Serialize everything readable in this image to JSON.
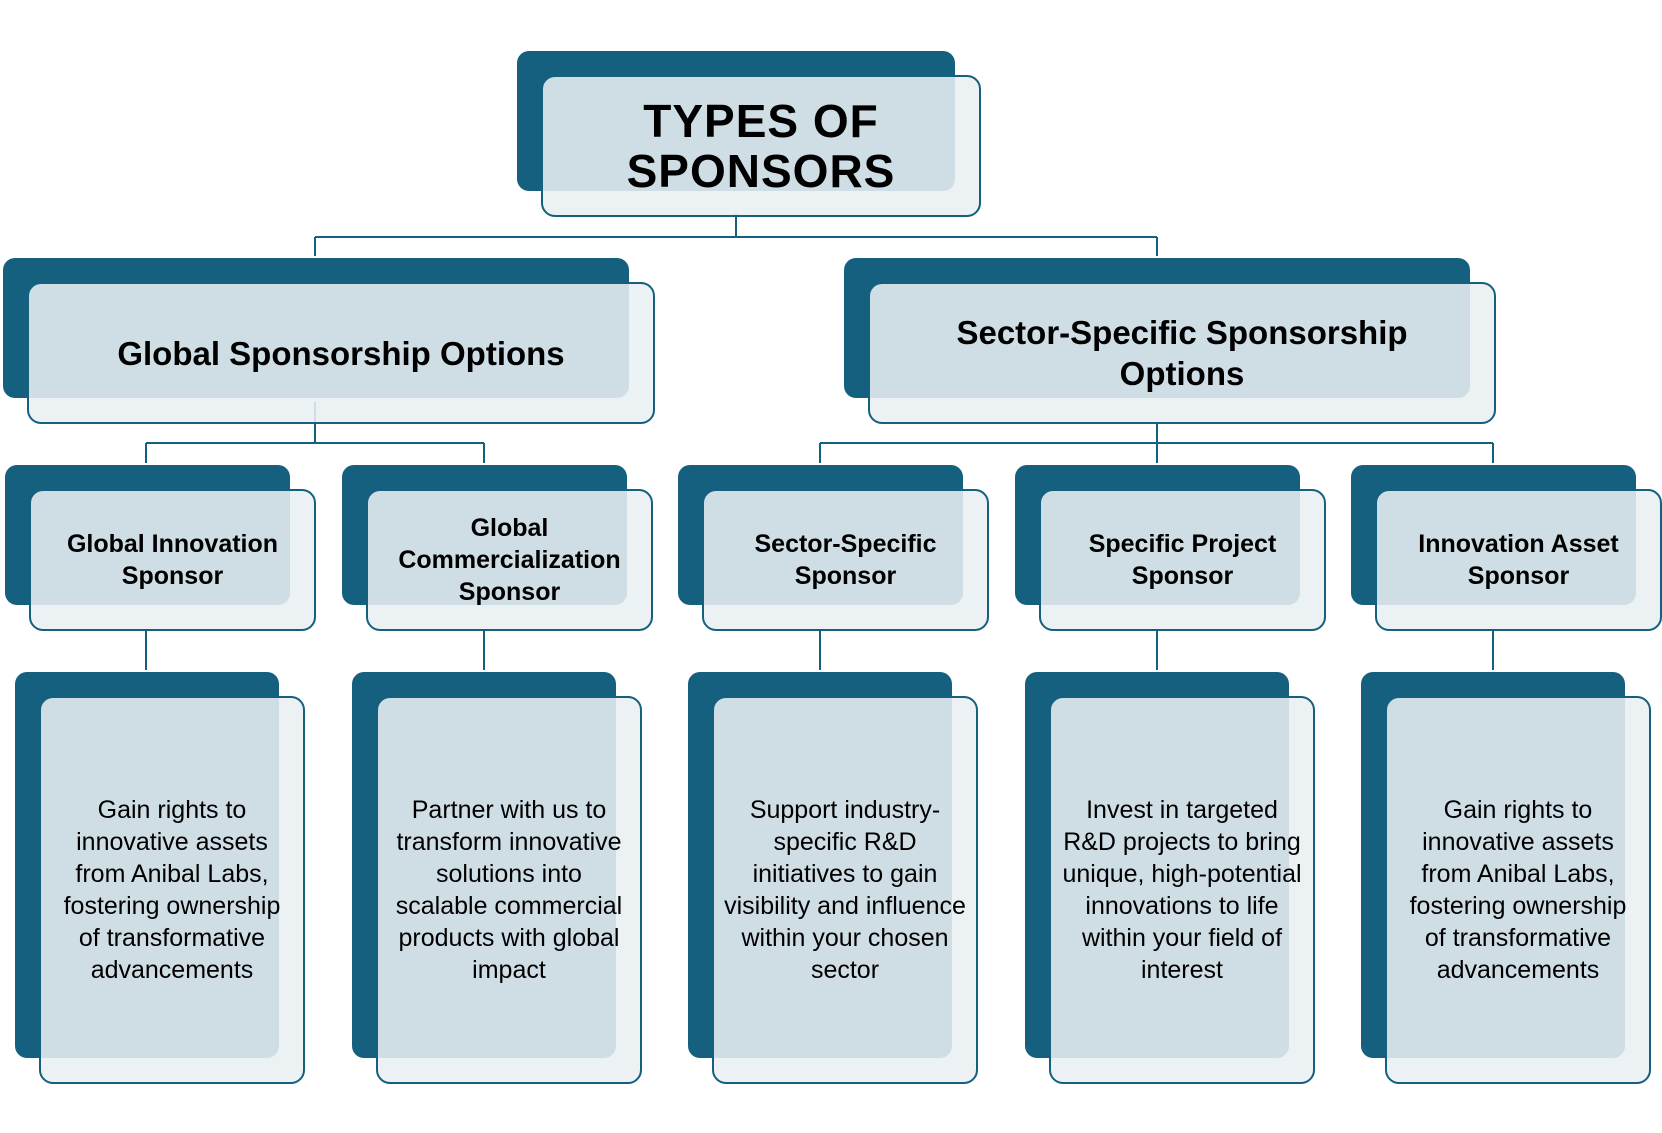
{
  "colors": {
    "accent": "#155f7f",
    "box_fill": "#e9eff3",
    "text": "#000000",
    "background": "#ffffff"
  },
  "root": {
    "label": "TYPES OF SPONSORS"
  },
  "categories": [
    {
      "label": "Global Sponsorship Options",
      "sponsors": [
        {
          "label": "Global Innovation Sponsor",
          "description": "Gain rights to innovative assets from Anibal Labs, fostering ownership of transformative advancements"
        },
        {
          "label": "Global Commercialization Sponsor",
          "description": "Partner with us to transform innovative solutions into scalable commercial products with global impact"
        }
      ]
    },
    {
      "label": "Sector-Specific Sponsorship Options",
      "sponsors": [
        {
          "label": "Sector-Specific Sponsor",
          "description": "Support industry-specific R&D initiatives to gain visibility and influence within your chosen sector"
        },
        {
          "label": "Specific Project Sponsor",
          "description": "Invest in targeted R&D projects to bring unique, high-potential innovations to life within your field of interest"
        },
        {
          "label": "Innovation Asset Sponsor",
          "description": "Gain rights to innovative assets from Anibal Labs, fostering ownership of transformative advancements"
        }
      ]
    }
  ]
}
